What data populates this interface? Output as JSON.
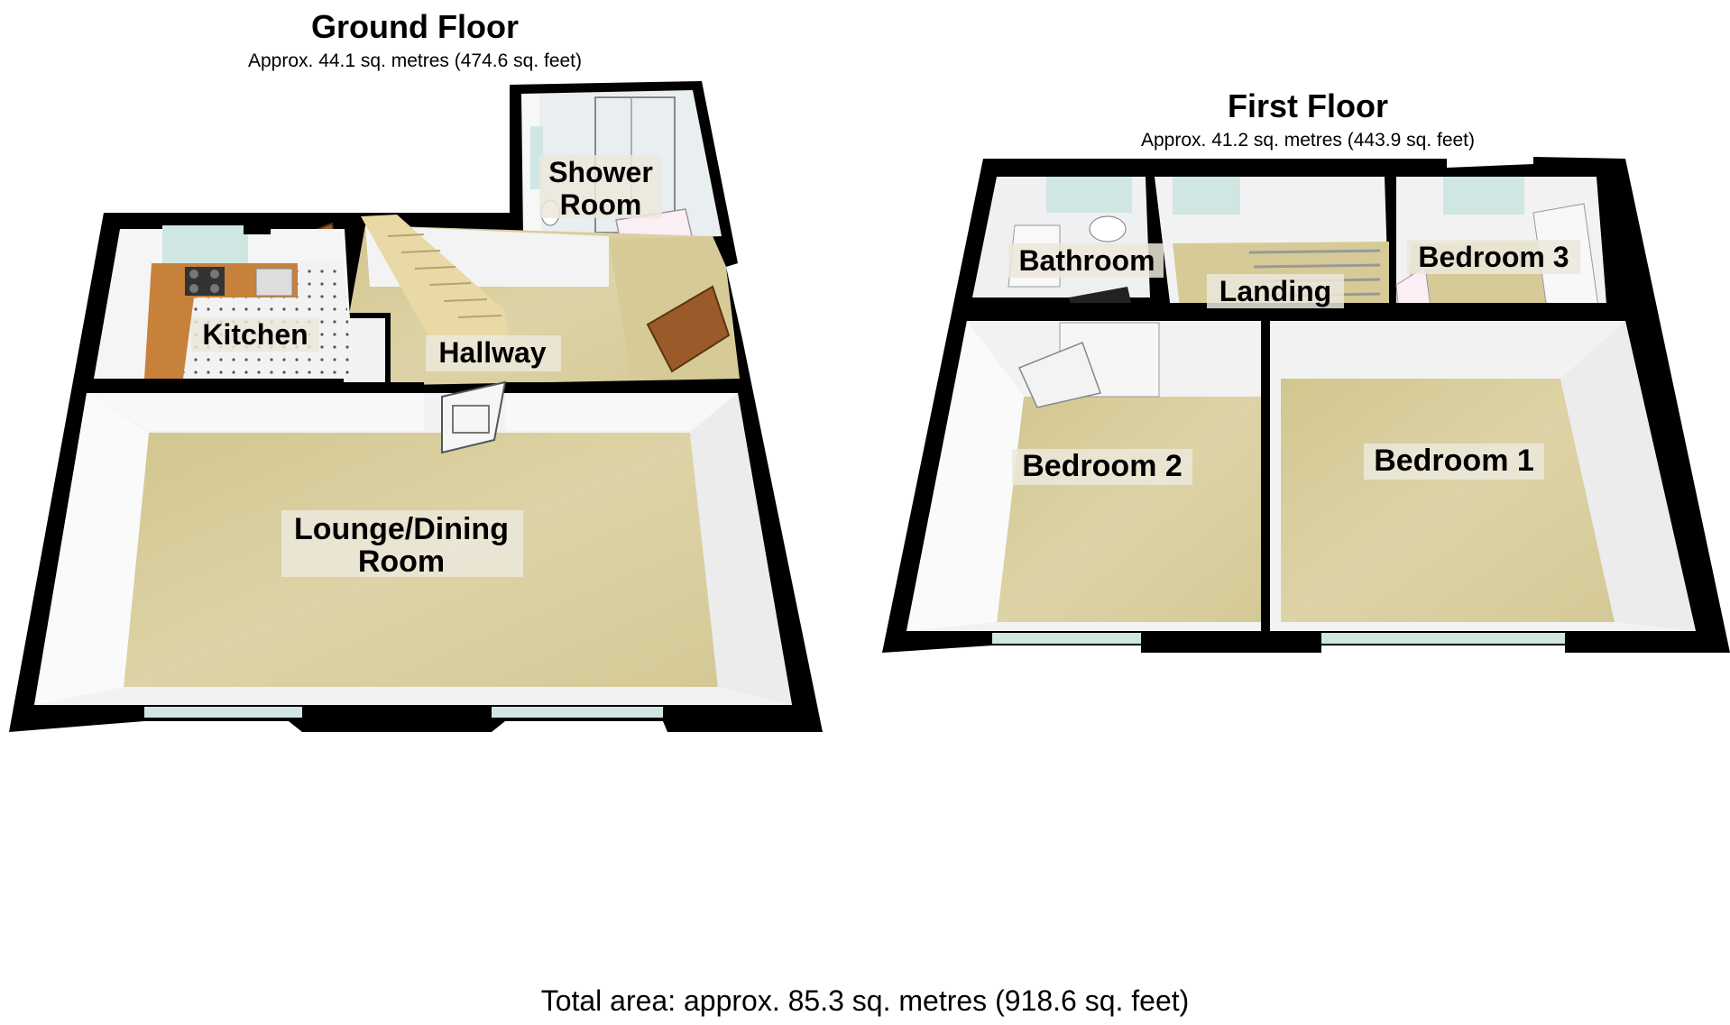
{
  "ground_floor": {
    "title": "Ground Floor",
    "area": "Approx. 44.1 sq. metres (474.6 sq. feet)",
    "rooms": {
      "shower_room_1": "Shower",
      "shower_room_2": "Room",
      "kitchen": "Kitchen",
      "hallway": "Hallway",
      "lounge_1": "Lounge/Dining",
      "lounge_2": "Room"
    }
  },
  "first_floor": {
    "title": "First Floor",
    "area": "Approx. 41.2 sq. metres (443.9 sq. feet)",
    "rooms": {
      "bathroom": "Bathroom",
      "landing": "Landing",
      "bedroom_3": "Bedroom 3",
      "bedroom_2": "Bedroom 2",
      "bedroom_1": "Bedroom 1"
    }
  },
  "total_area": "Total area: approx. 85.3 sq. metres (918.6 sq. feet)",
  "colors": {
    "wall": "#000000",
    "carpet": "#d8cd9c",
    "wall_face": "#f4f4f4",
    "window": "#cfe6e2",
    "door": "#9a5a2a",
    "worktop": "#c8813a",
    "label_bg": "#ece8dc"
  }
}
